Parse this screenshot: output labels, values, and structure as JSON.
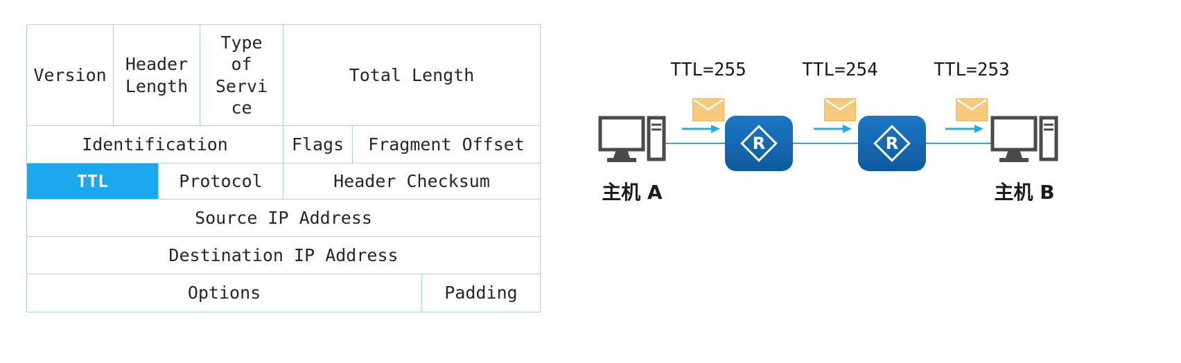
{
  "ip_header": {
    "version": "Version",
    "header_length": "Header Length",
    "type_of_service": "Type of Service",
    "total_length": "Total Length",
    "identification": "Identification",
    "flags": "Flags",
    "fragment_offset": "Fragment Offset",
    "ttl": "TTL",
    "protocol": "Protocol",
    "header_checksum": "Header Checksum",
    "source_ip": "Source IP Address",
    "destination_ip": "Destination IP Address",
    "options": "Options",
    "padding": "Padding"
  },
  "diagram": {
    "hop1_ttl": "TTL=255",
    "hop2_ttl": "TTL=254",
    "hop3_ttl": "TTL=253",
    "host_a": "主机 A",
    "host_b": "主机 B",
    "router_label": "R"
  },
  "colors": {
    "ttl_highlight": "#1ba8ec",
    "table_border": "#a9d1ec",
    "router_blue": "#1565ad",
    "arrow_blue": "#29abe2",
    "envelope_orange": "#f6c97b",
    "pc_gray": "#4a4a4a"
  }
}
